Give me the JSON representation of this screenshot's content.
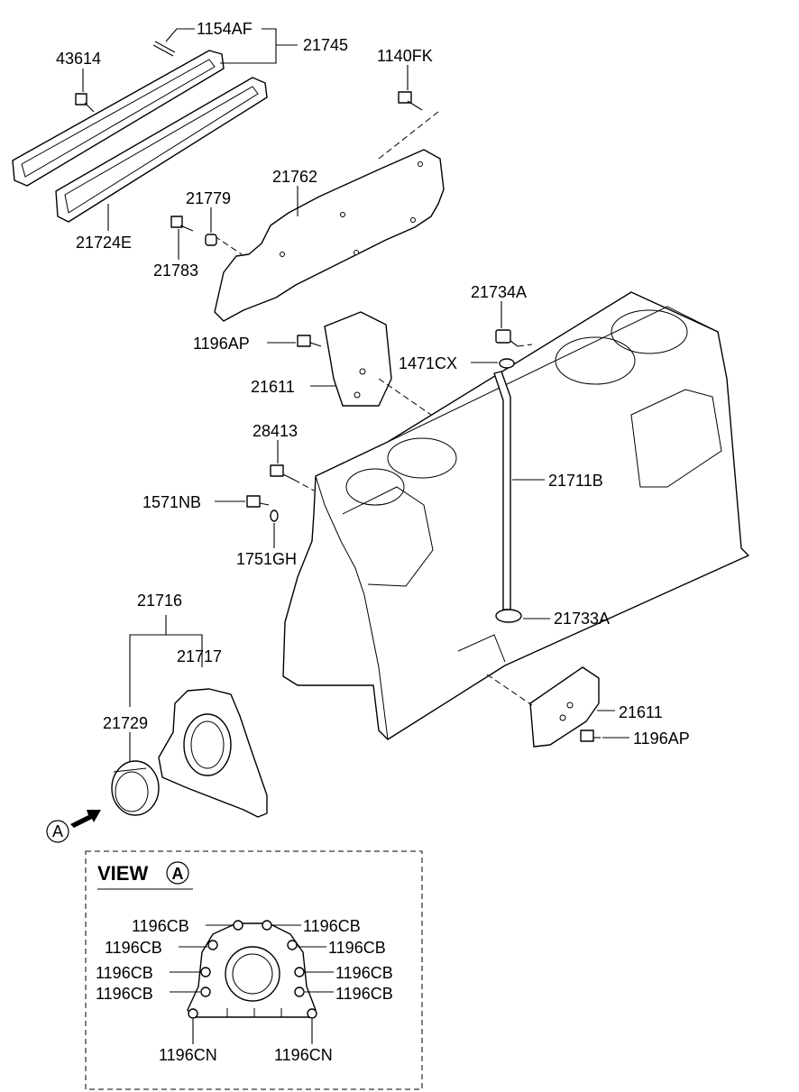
{
  "labels": {
    "l_1154AF": "1154AF",
    "l_21745": "21745",
    "l_43614": "43614",
    "l_1140FK": "1140FK",
    "l_21762": "21762",
    "l_21779": "21779",
    "l_21724E": "21724E",
    "l_21783": "21783",
    "l_21734A": "21734A",
    "l_1196AP_top": "1196AP",
    "l_1471CX": "1471CX",
    "l_21611_top": "21611",
    "l_28413": "28413",
    "l_21711B": "21711B",
    "l_1571NB": "1571NB",
    "l_1751GH": "1751GH",
    "l_21716": "21716",
    "l_21717": "21717",
    "l_21733A": "21733A",
    "l_21729": "21729",
    "l_21611_bottom": "21611",
    "l_1196AP_bottom": "1196AP"
  },
  "view_marker": "A",
  "view_title": "VIEW",
  "view_badge": "A",
  "view_labels": {
    "cb_left_1": "1196CB",
    "cb_right_1": "1196CB",
    "cb_left_2": "1196CB",
    "cb_right_2": "1196CB",
    "cb_left_3": "1196CB",
    "cb_right_3": "1196CB",
    "cb_left_4": "1196CB",
    "cb_right_4": "1196CB",
    "cn_left": "1196CN",
    "cn_right": "1196CN"
  }
}
